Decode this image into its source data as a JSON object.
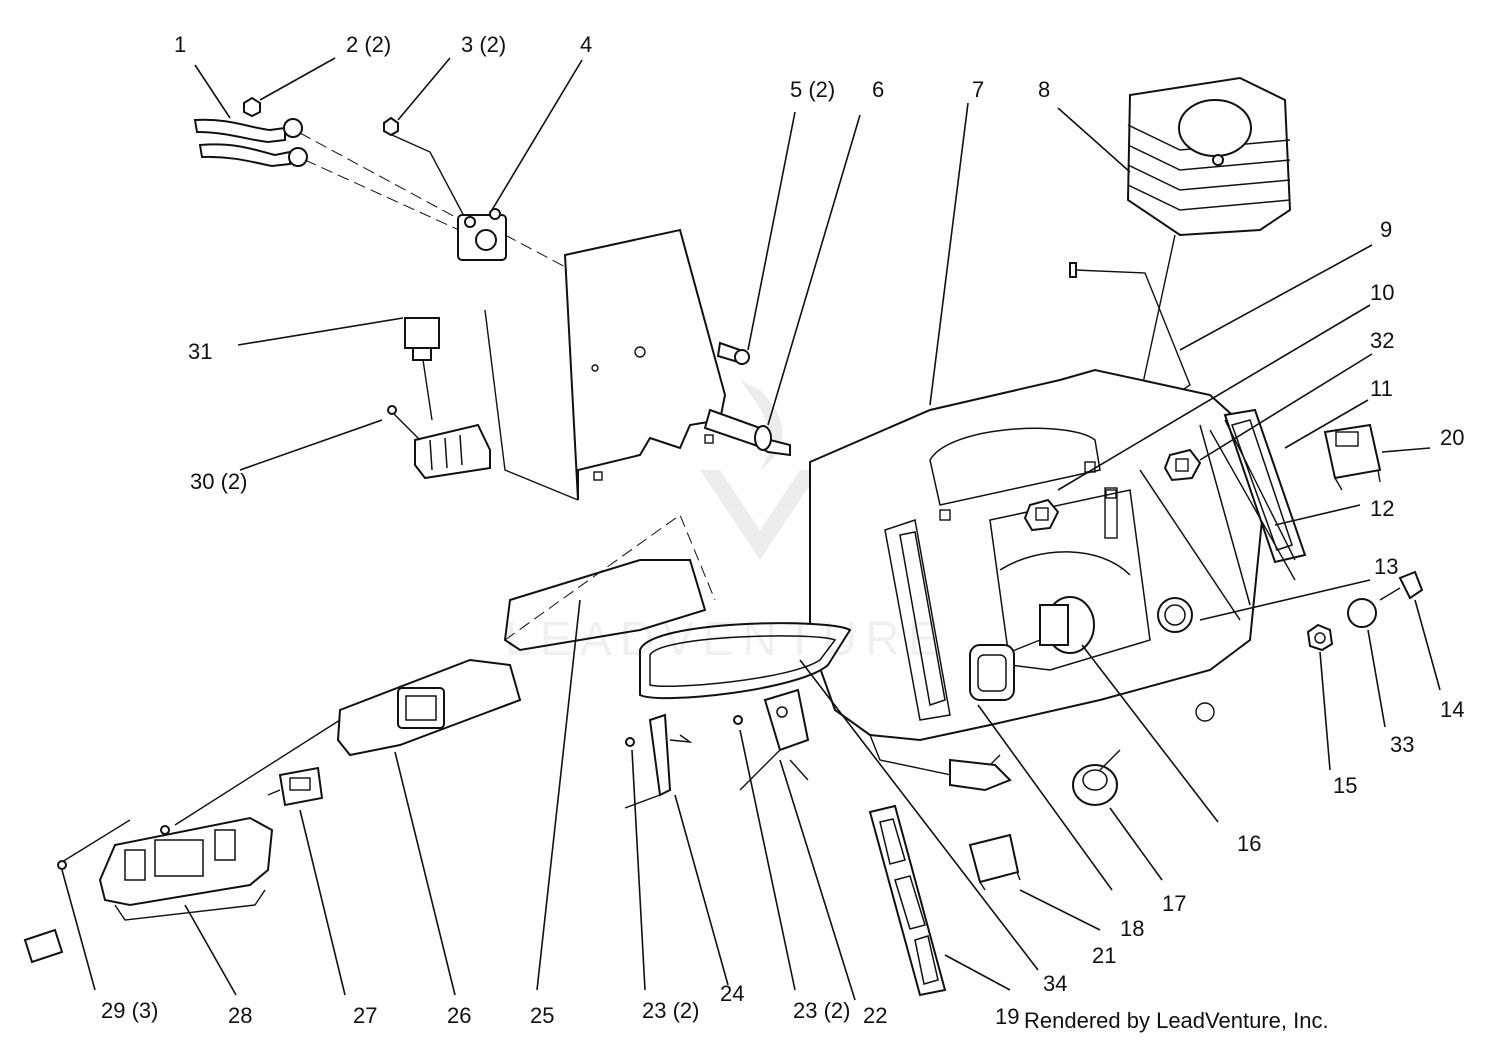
{
  "diagram": {
    "callouts": [
      {
        "id": "1",
        "text": "1"
      },
      {
        "id": "2",
        "text": "2 (2)"
      },
      {
        "id": "3",
        "text": "3 (2)"
      },
      {
        "id": "4",
        "text": "4"
      },
      {
        "id": "5",
        "text": "5 (2)"
      },
      {
        "id": "6",
        "text": "6"
      },
      {
        "id": "7",
        "text": "7"
      },
      {
        "id": "8",
        "text": "8"
      },
      {
        "id": "9",
        "text": "9"
      },
      {
        "id": "10",
        "text": "10"
      },
      {
        "id": "32",
        "text": "32"
      },
      {
        "id": "11",
        "text": "11"
      },
      {
        "id": "20",
        "text": "20"
      },
      {
        "id": "12",
        "text": "12"
      },
      {
        "id": "13",
        "text": "13"
      },
      {
        "id": "14",
        "text": "14"
      },
      {
        "id": "33",
        "text": "33"
      },
      {
        "id": "15",
        "text": "15"
      },
      {
        "id": "16",
        "text": "16"
      },
      {
        "id": "17",
        "text": "17"
      },
      {
        "id": "18",
        "text": "18"
      },
      {
        "id": "21",
        "text": "21"
      },
      {
        "id": "34",
        "text": "34"
      },
      {
        "id": "19",
        "text": "19"
      },
      {
        "id": "22",
        "text": "22"
      },
      {
        "id": "23b",
        "text": "23 (2)"
      },
      {
        "id": "24",
        "text": "24"
      },
      {
        "id": "23a",
        "text": "23 (2)"
      },
      {
        "id": "25",
        "text": "25"
      },
      {
        "id": "26",
        "text": "26"
      },
      {
        "id": "27",
        "text": "27"
      },
      {
        "id": "28",
        "text": "28"
      },
      {
        "id": "29",
        "text": "29 (3)"
      },
      {
        "id": "30",
        "text": "30 (2)"
      },
      {
        "id": "31",
        "text": "31"
      }
    ],
    "credit": "Rendered by LeadVenture, Inc.",
    "watermark": "LEADVENTURE"
  }
}
